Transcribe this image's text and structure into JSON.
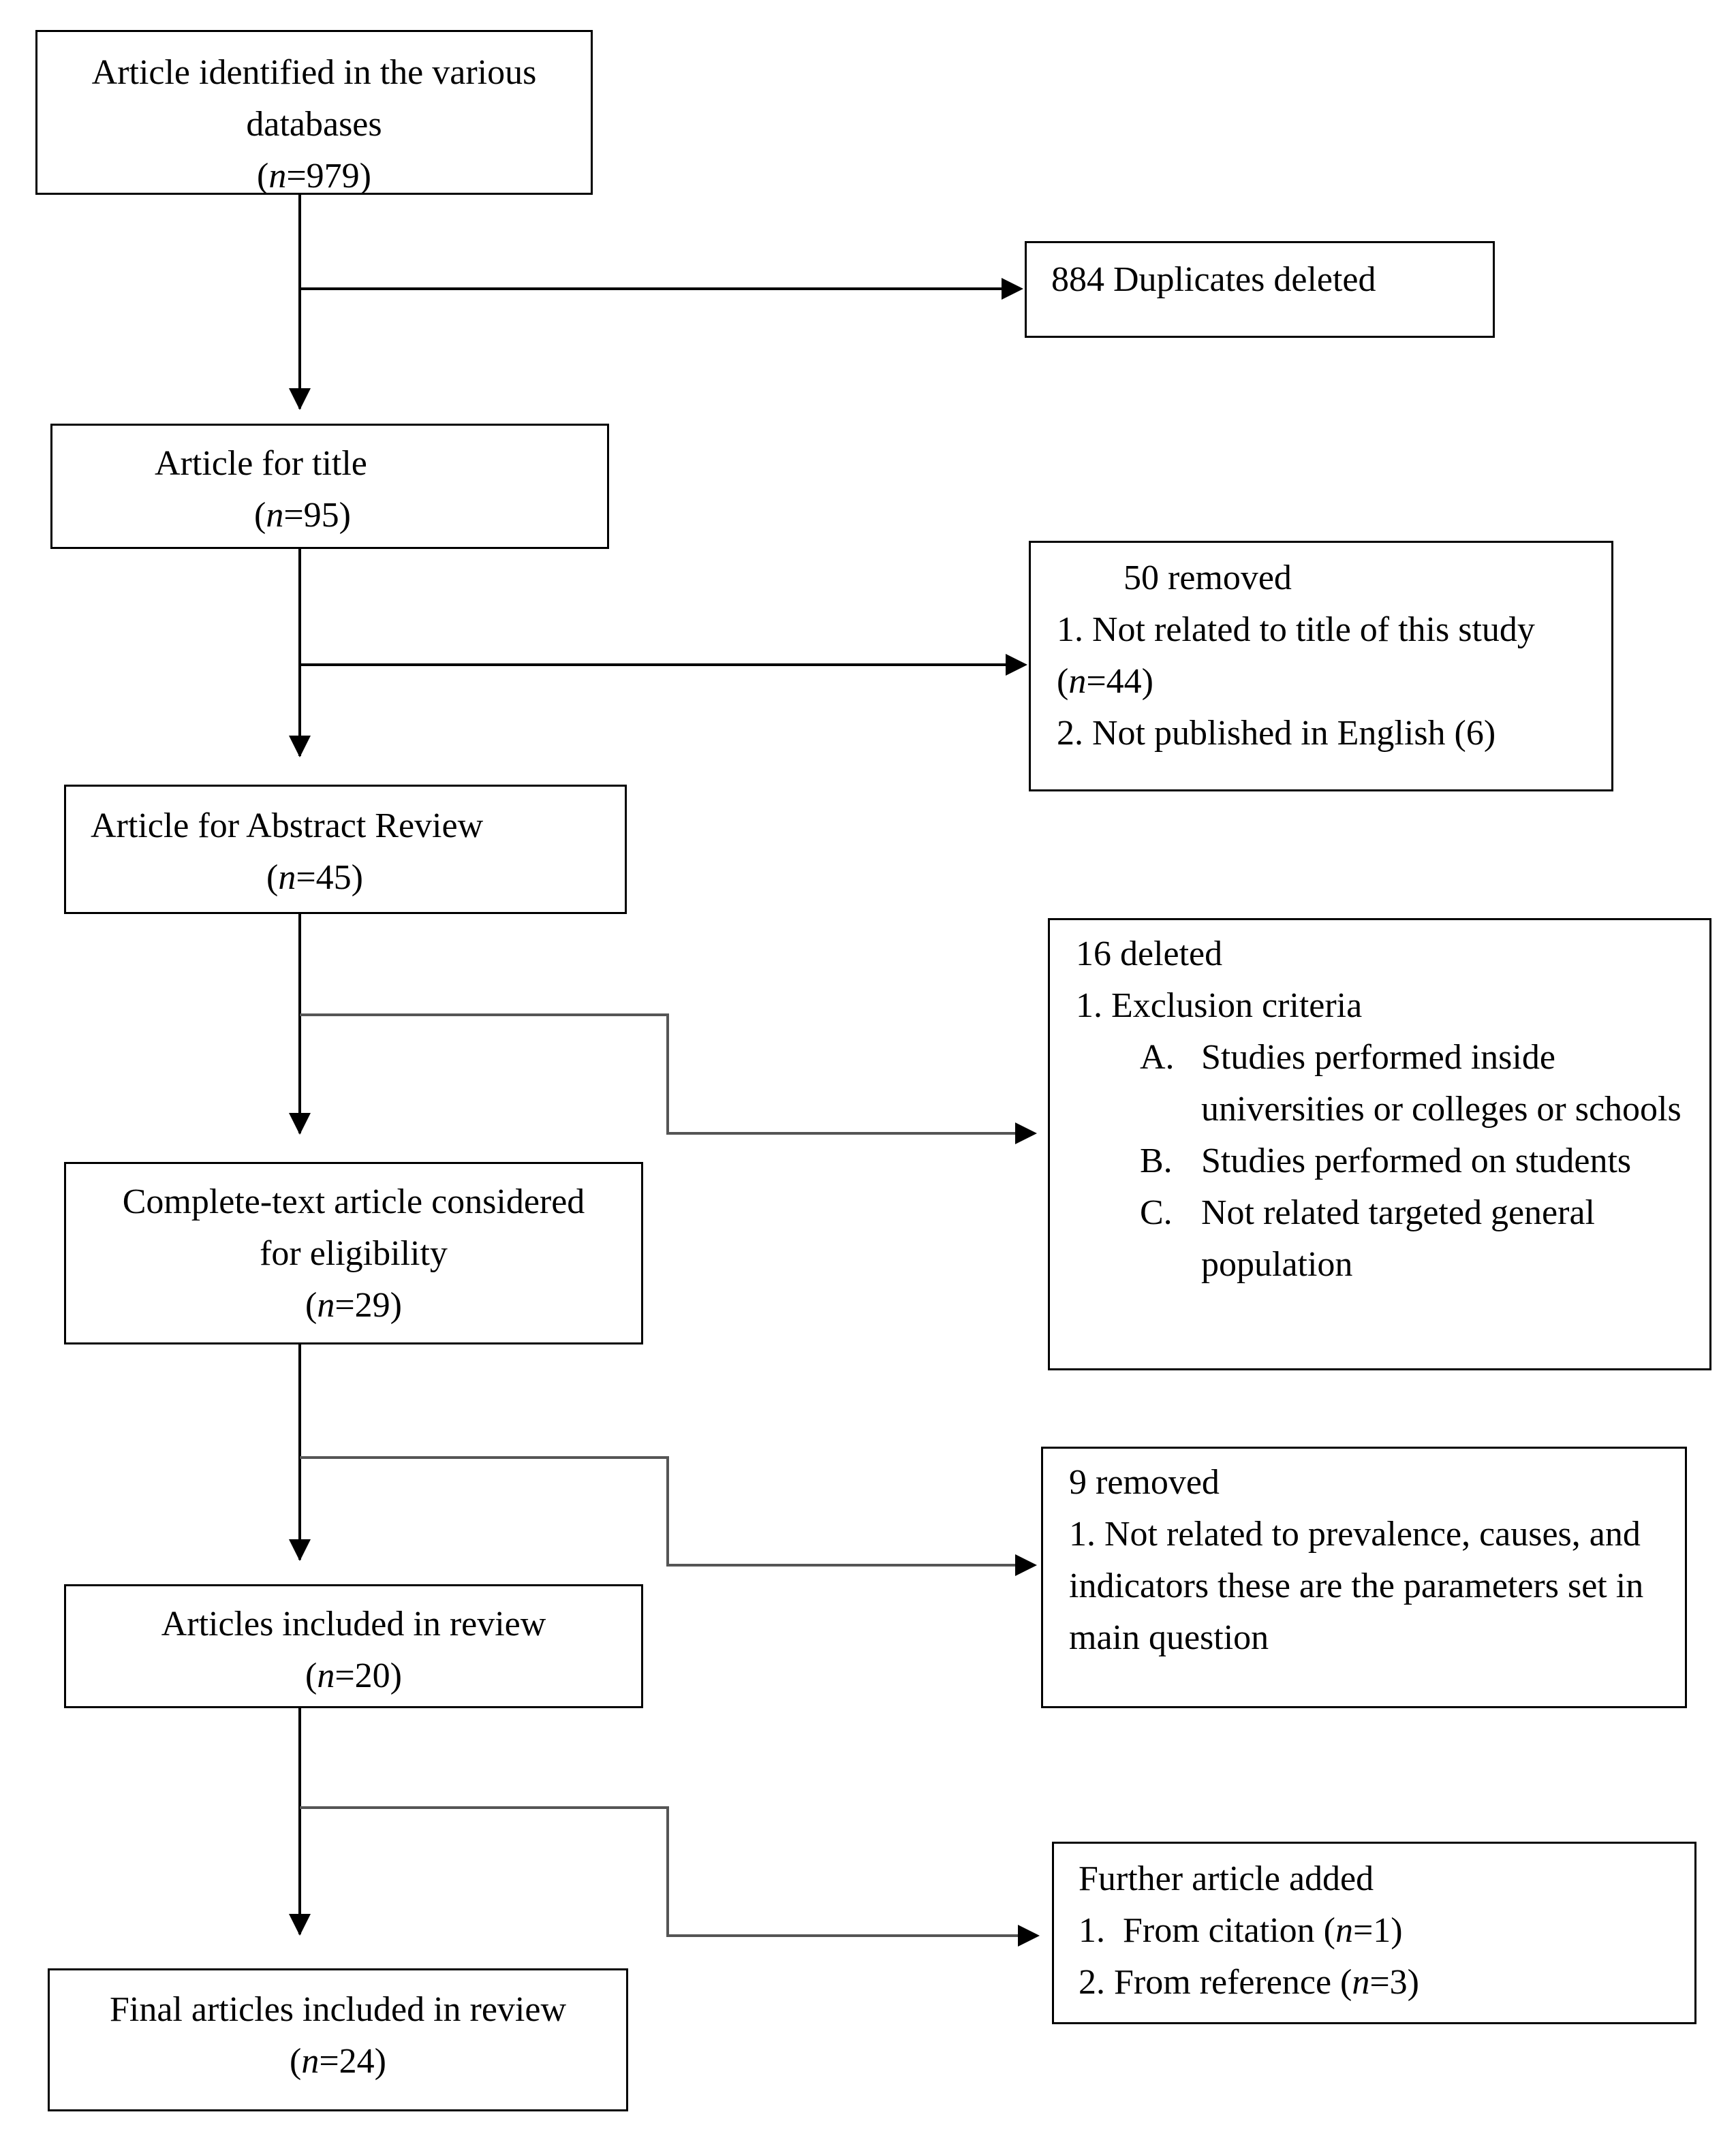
{
  "main_boxes": {
    "identified": {
      "l1": "Article identified in the various",
      "l2": "databases",
      "n_label": "n",
      "n_value": "=979"
    },
    "title": {
      "l1": "Article for title",
      "n_label": "n",
      "n_value": "=95"
    },
    "abstract": {
      "l1": "Article for Abstract Review",
      "n_label": "n",
      "n_value": "=45"
    },
    "fulltext": {
      "l1": "Complete-text article considered",
      "l2": "for eligibility",
      "n_label": "n",
      "n_value": "=29"
    },
    "included": {
      "l1": "Articles included in review",
      "n_label": "n",
      "n_value": "=20"
    },
    "final": {
      "l1": "Final articles included in review",
      "n_label": "n",
      "n_value": "=24"
    }
  },
  "side_boxes": {
    "duplicates": {
      "text": "884 Duplicates deleted"
    },
    "removed_50": {
      "head": "50 removed",
      "i1": "1. Not related to title of this study",
      "i1_n_label": "n",
      "i1_n_value": "=44",
      "i2": "2. Not published in English (6)"
    },
    "deleted_16": {
      "head": "16 deleted",
      "i1": "1. Exclusion criteria",
      "a_label": "A.",
      "a_text": "Studies performed inside universities or colleges or schools",
      "b_label": "B.",
      "b_text": "Studies performed on students",
      "c_label": "C.",
      "c_text": "Not related targeted general population"
    },
    "removed_9": {
      "head": "9 removed",
      "i1": "1. Not related to prevalence, causes, and indicators these are the parameters set in main question"
    },
    "added": {
      "head": "Further article added",
      "i1": "1.  From citation (",
      "i1_n_label": "n",
      "i1_n_value": "=1)",
      "i2": "2. From reference (",
      "i2_n_label": "n",
      "i2_n_value": "=3)"
    }
  }
}
